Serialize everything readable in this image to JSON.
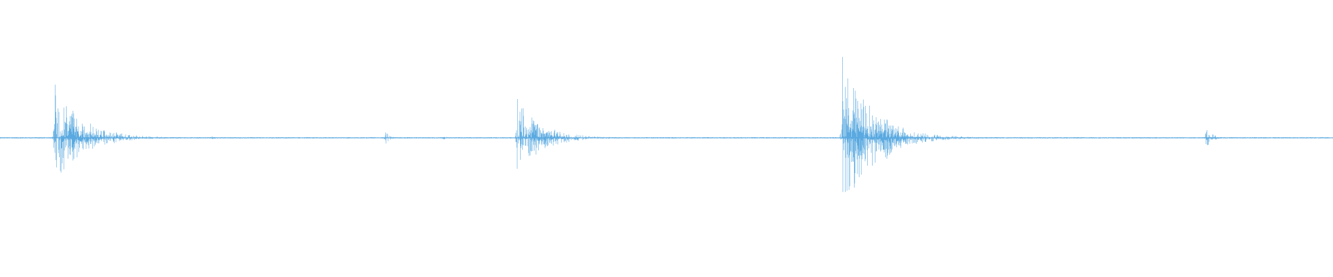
{
  "waveform": {
    "color": "#5aa9e0",
    "duration_fraction_axis": "time",
    "baseline_amplitude": 0.004,
    "events": [
      {
        "t": 0.041,
        "amp_up": 0.5,
        "amp_down": 0.45,
        "decay": 0.02
      },
      {
        "t": 0.05,
        "amp_up": 0.22,
        "amp_down": 0.2,
        "decay": 0.012
      },
      {
        "t": 0.158,
        "amp_up": 0.02,
        "amp_down": 0.02,
        "decay": 0.004
      },
      {
        "t": 0.289,
        "amp_up": 0.07,
        "amp_down": 0.07,
        "decay": 0.003
      },
      {
        "t": 0.332,
        "amp_up": 0.02,
        "amp_down": 0.02,
        "decay": 0.004
      },
      {
        "t": 0.388,
        "amp_up": 0.36,
        "amp_down": 0.34,
        "decay": 0.018
      },
      {
        "t": 0.399,
        "amp_up": 0.15,
        "amp_down": 0.13,
        "decay": 0.01
      },
      {
        "t": 0.632,
        "amp_up": 0.74,
        "amp_down": 0.73,
        "decay": 0.022
      },
      {
        "t": 0.636,
        "amp_up": 0.38,
        "amp_down": 0.36,
        "decay": 0.012
      },
      {
        "t": 0.663,
        "amp_up": 0.28,
        "amp_down": 0.28,
        "decay": 0.008
      },
      {
        "t": 0.905,
        "amp_up": 0.11,
        "amp_down": 0.11,
        "decay": 0.004
      },
      {
        "t": 0.941,
        "amp_up": 0.01,
        "amp_down": 0.01,
        "decay": 0.004
      }
    ]
  }
}
